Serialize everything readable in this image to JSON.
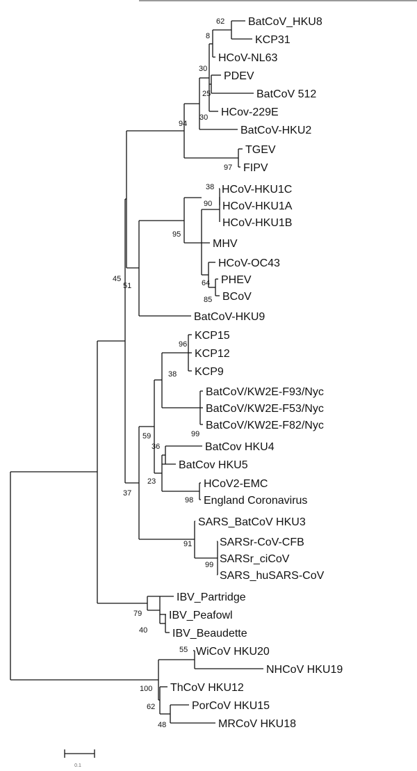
{
  "leaves": [
    {
      "id": "hku8",
      "label": "BatCoV_HKU8"
    },
    {
      "id": "kcp31",
      "label": "KCP31"
    },
    {
      "id": "nl63",
      "label": "HCoV-NL63"
    },
    {
      "id": "pdev",
      "label": "PDEV"
    },
    {
      "id": "b512",
      "label": "BatCoV 512"
    },
    {
      "id": "229e",
      "label": "HCov-229E"
    },
    {
      "id": "hku2",
      "label": "BatCoV-HKU2"
    },
    {
      "id": "tgev",
      "label": "TGEV"
    },
    {
      "id": "fipv",
      "label": "FIPV"
    },
    {
      "id": "hku1c",
      "label": "HCoV-HKU1C"
    },
    {
      "id": "hku1a",
      "label": "HCoV-HKU1A"
    },
    {
      "id": "hku1b",
      "label": "HCoV-HKU1B"
    },
    {
      "id": "mhv",
      "label": "MHV"
    },
    {
      "id": "oc43",
      "label": "HCoV-OC43"
    },
    {
      "id": "phev",
      "label": "PHEV"
    },
    {
      "id": "bcov",
      "label": "BCoV"
    },
    {
      "id": "hku9",
      "label": "BatCoV-HKU9"
    },
    {
      "id": "kcp15",
      "label": "KCP15"
    },
    {
      "id": "kcp12",
      "label": "KCP12"
    },
    {
      "id": "kcp9",
      "label": "KCP9"
    },
    {
      "id": "f93",
      "label": "BatCoV/KW2E-F93/Nyc"
    },
    {
      "id": "f53",
      "label": "BatCoV/KW2E-F53/Nyc"
    },
    {
      "id": "f82",
      "label": "BatCoV/KW2E-F82/Nyc"
    },
    {
      "id": "hku4",
      "label": "BatCov HKU4"
    },
    {
      "id": "hku5",
      "label": "BatCov HKU5"
    },
    {
      "id": "emc",
      "label": "HCoV2-EMC"
    },
    {
      "id": "england",
      "label": "England Coronavirus"
    },
    {
      "id": "sarsbat",
      "label": "SARS_BatCoV HKU3"
    },
    {
      "id": "cfb",
      "label": "SARSr-CoV-CFB"
    },
    {
      "id": "cicov",
      "label": "SARSr_ciCoV"
    },
    {
      "id": "husars",
      "label": "SARS_huSARS-CoV"
    },
    {
      "id": "partridge",
      "label": "IBV_Partridge"
    },
    {
      "id": "peafowl",
      "label": "IBV_Peafowl"
    },
    {
      "id": "beaudette",
      "label": "IBV_Beaudette"
    },
    {
      "id": "hku20",
      "label": "WiCoV HKU20"
    },
    {
      "id": "hku19",
      "label": "NHCoV HKU19"
    },
    {
      "id": "hku12",
      "label": "ThCoV HKU12"
    },
    {
      "id": "hku15",
      "label": "PorCoV HKU15"
    },
    {
      "id": "hku18",
      "label": "MRCoV HKU18"
    }
  ],
  "bootstrap": [
    {
      "id": "b62",
      "label": "62"
    },
    {
      "id": "b8",
      "label": "8"
    },
    {
      "id": "b30a",
      "label": "30"
    },
    {
      "id": "b25",
      "label": "25"
    },
    {
      "id": "b30b",
      "label": "30"
    },
    {
      "id": "b94",
      "label": "94"
    },
    {
      "id": "b97",
      "label": "97"
    },
    {
      "id": "b38a",
      "label": "38"
    },
    {
      "id": "b90",
      "label": "90"
    },
    {
      "id": "b95",
      "label": "95"
    },
    {
      "id": "b64",
      "label": "64"
    },
    {
      "id": "b85",
      "label": "85"
    },
    {
      "id": "b51",
      "label": "51"
    },
    {
      "id": "b45",
      "label": "45"
    },
    {
      "id": "b96",
      "label": "96"
    },
    {
      "id": "b38b",
      "label": "38"
    },
    {
      "id": "b99a",
      "label": "99"
    },
    {
      "id": "b59",
      "label": "59"
    },
    {
      "id": "b36",
      "label": "36"
    },
    {
      "id": "b23",
      "label": "23"
    },
    {
      "id": "b98",
      "label": "98"
    },
    {
      "id": "b37",
      "label": "37"
    },
    {
      "id": "b91",
      "label": "91"
    },
    {
      "id": "b99b",
      "label": "99"
    },
    {
      "id": "b79",
      "label": "79"
    },
    {
      "id": "b40",
      "label": "40"
    },
    {
      "id": "b55",
      "label": "55"
    },
    {
      "id": "b100",
      "label": "100"
    },
    {
      "id": "b62b",
      "label": "62"
    },
    {
      "id": "b48",
      "label": "48"
    }
  ],
  "scale": {
    "label": "0.1",
    "length": 0.1
  }
}
